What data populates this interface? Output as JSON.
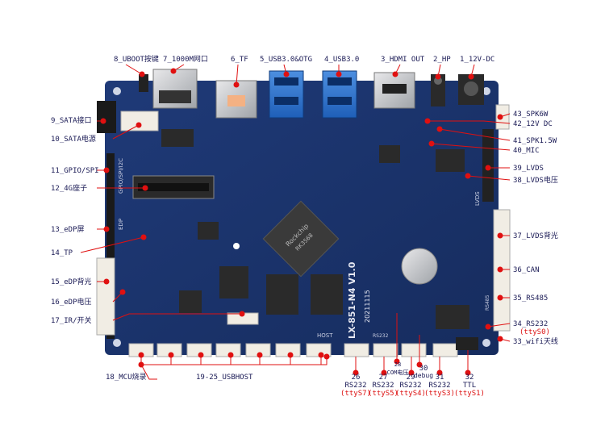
{
  "board": {
    "model": "LX-851-N4 V1.0",
    "date": "20211115",
    "chip_brand": "Rockchip",
    "chip_model": "RK3568",
    "silk": {
      "edp": "EDP",
      "gpio": "GPIO/SPI/I2C",
      "lvds": "LVDS",
      "host": "HOST",
      "rs485": "RS485",
      "uart": "RS232"
    }
  },
  "labels": {
    "l1": "1_12V-DC",
    "l2": "2_HP",
    "l3": "3_HDMI OUT",
    "l4": "4_USB3.0",
    "l5": "5_USB3.0&OTG",
    "l6": "6_TF",
    "l7": "7_1000M网口",
    "l8": "8_UBOOT按键",
    "l9": "9_SATA接口",
    "l10": "10_SATA电源",
    "l11": "11_GPIO/SPI",
    "l12": "12_4G座子",
    "l13": "13_eDP屏",
    "l14": "14_TP",
    "l15": "15_eDP背光",
    "l16": "16_eDP电压",
    "l17": "17_IR/开关",
    "l18": "18_MCU烧录",
    "l19": "19-25_USBHOST",
    "l26a": "26",
    "l26b": "RS232",
    "l26c": "(ttyS7)",
    "l27a": "27",
    "l27b": "RS232",
    "l27c": "(ttyS5)",
    "l28a": "28",
    "l28b": "COM电压",
    "l29a": "29",
    "l29b": "RS232",
    "l29c": "(ttyS4)",
    "l30a": "30",
    "l30b": "debug",
    "l31a": "31",
    "l31b": "RS232",
    "l31c": "(ttyS3)",
    "l32a": "32",
    "l32b": "TTL",
    "l32c": "(ttyS1)",
    "l33": "33_wifi天线",
    "l34a": "34_RS232",
    "l34b": "(ttyS0)",
    "l35": "35_RS485",
    "l36": "36_CAN",
    "l37": "37_LVDS背光",
    "l38": "38_LVDS电压",
    "l39": "39_LVDS",
    "l40": "40_MIC",
    "l41": "41_SPK1.5W",
    "l42": "42_12V DC",
    "l43": "43_SPK6W"
  }
}
